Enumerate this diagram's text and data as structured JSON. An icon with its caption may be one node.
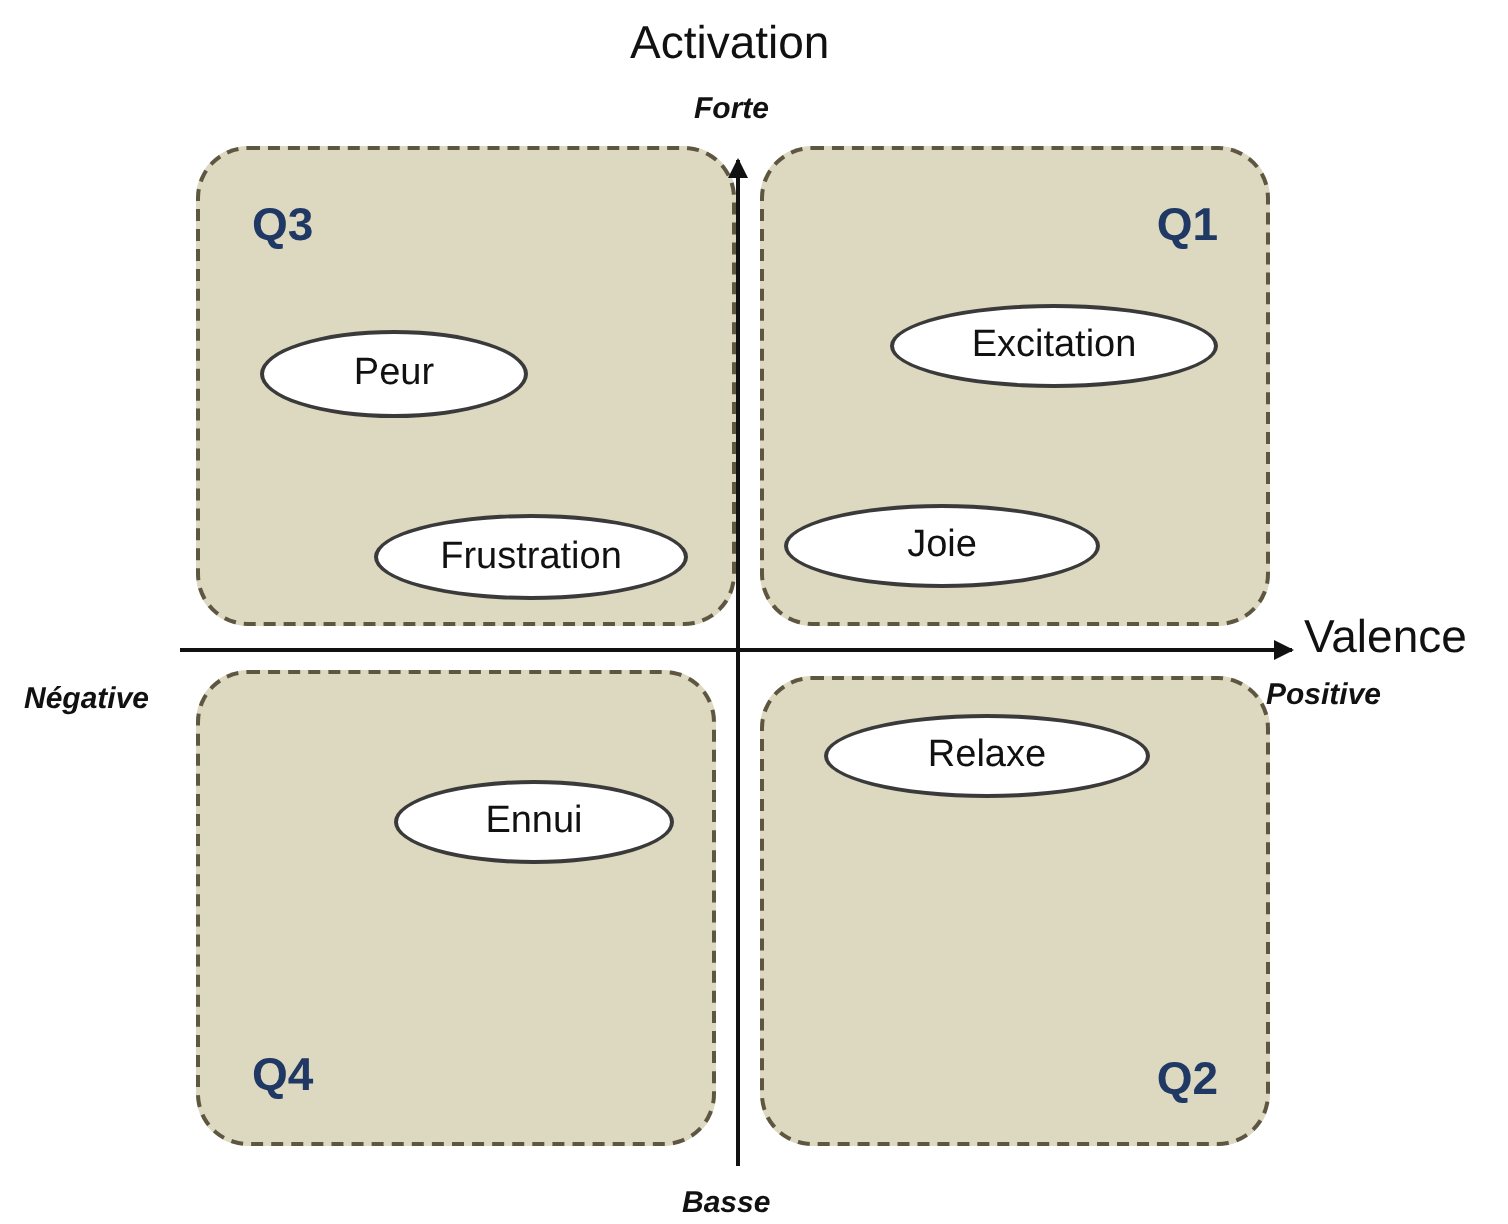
{
  "diagram": {
    "nodes": [
      {
        "text": [
          "Q3"
        ]
      },
      {
        "text": [
          "Peur"
        ],
        "in": 0
      },
      {
        "text": [
          "Frustration"
        ],
        "in": 0
      },
      {
        "text": [
          "Q1"
        ]
      },
      {
        "text": [
          "Excitation"
        ],
        "in": 3
      },
      {
        "text": [
          "Joie"
        ],
        "in": 3
      },
      {
        "text": [
          "Q4"
        ]
      },
      {
        "text": [
          "Ennui"
        ],
        "in": 6
      },
      {
        "text": [
          "Q2"
        ]
      },
      {
        "text": [
          "Relaxe"
        ],
        "in": 8
      }
    ],
    "edges": [],
    "labels": [
      "Activation",
      "Forte",
      "Valence",
      "Négative",
      "Positive",
      "Basse"
    ]
  }
}
